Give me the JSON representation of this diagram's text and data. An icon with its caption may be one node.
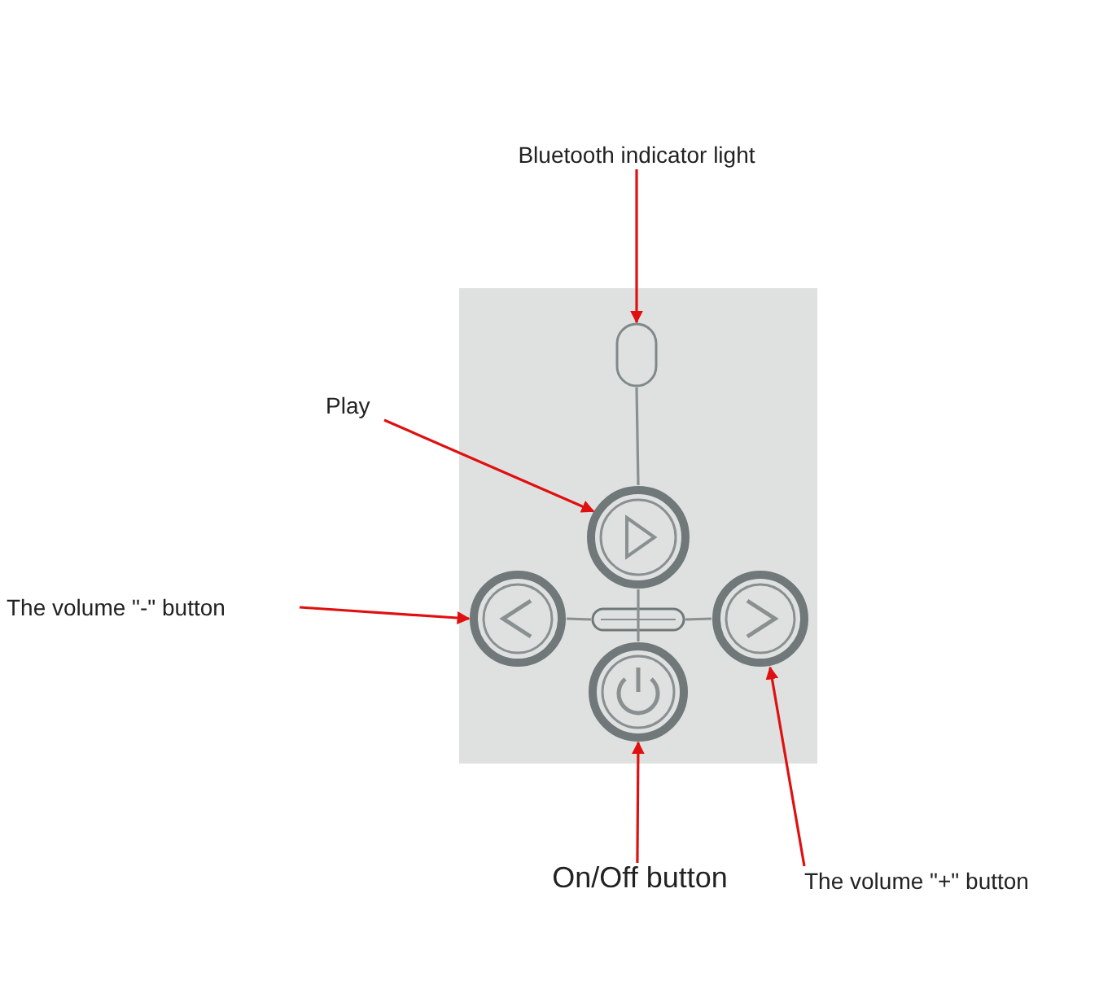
{
  "diagram": {
    "nodes": [
      {
        "text": [
          "Bluetooth indicator light"
        ]
      },
      {
        "text": [
          "Play"
        ]
      },
      {
        "text": [
          "The volume \"-\" button"
        ]
      },
      {
        "text": [
          "On/Off button"
        ]
      },
      {
        "text": [
          "The volume \"+\" button"
        ]
      },
      {
        "text": [],
        "shape": "box"
      },
      {
        "text": [],
        "shape": "box",
        "in": 5
      },
      {
        "text": [],
        "shape": "circle",
        "in": 5
      },
      {
        "text": [],
        "shape": "circle",
        "in": 5
      },
      {
        "text": [],
        "shape": "bar",
        "in": 5
      },
      {
        "text": [],
        "shape": "circle",
        "in": 5
      },
      {
        "text": [],
        "shape": "circle",
        "in": 5
      }
    ],
    "edges": [
      {
        "from": 0,
        "to": 6,
        "arrow": "to"
      },
      {
        "from": 1,
        "to": 7,
        "arrow": "to"
      },
      {
        "from": 2,
        "to": 8,
        "arrow": "to"
      },
      {
        "from": 3,
        "to": 10,
        "arrow": "to"
      },
      {
        "from": 4,
        "to": 11,
        "arrow": "to"
      },
      {
        "from": 6,
        "to": 7,
        "arrow": "none",
        "color": "#8a8f90"
      },
      {
        "from": 7,
        "to": 10,
        "arrow": "none",
        "color": "#8a8f90"
      },
      {
        "from": 8,
        "to": 9,
        "arrow": "none",
        "color": "#8a8f90"
      },
      {
        "from": 9,
        "to": 11,
        "arrow": "none",
        "color": "#8a8f90"
      }
    ]
  }
}
